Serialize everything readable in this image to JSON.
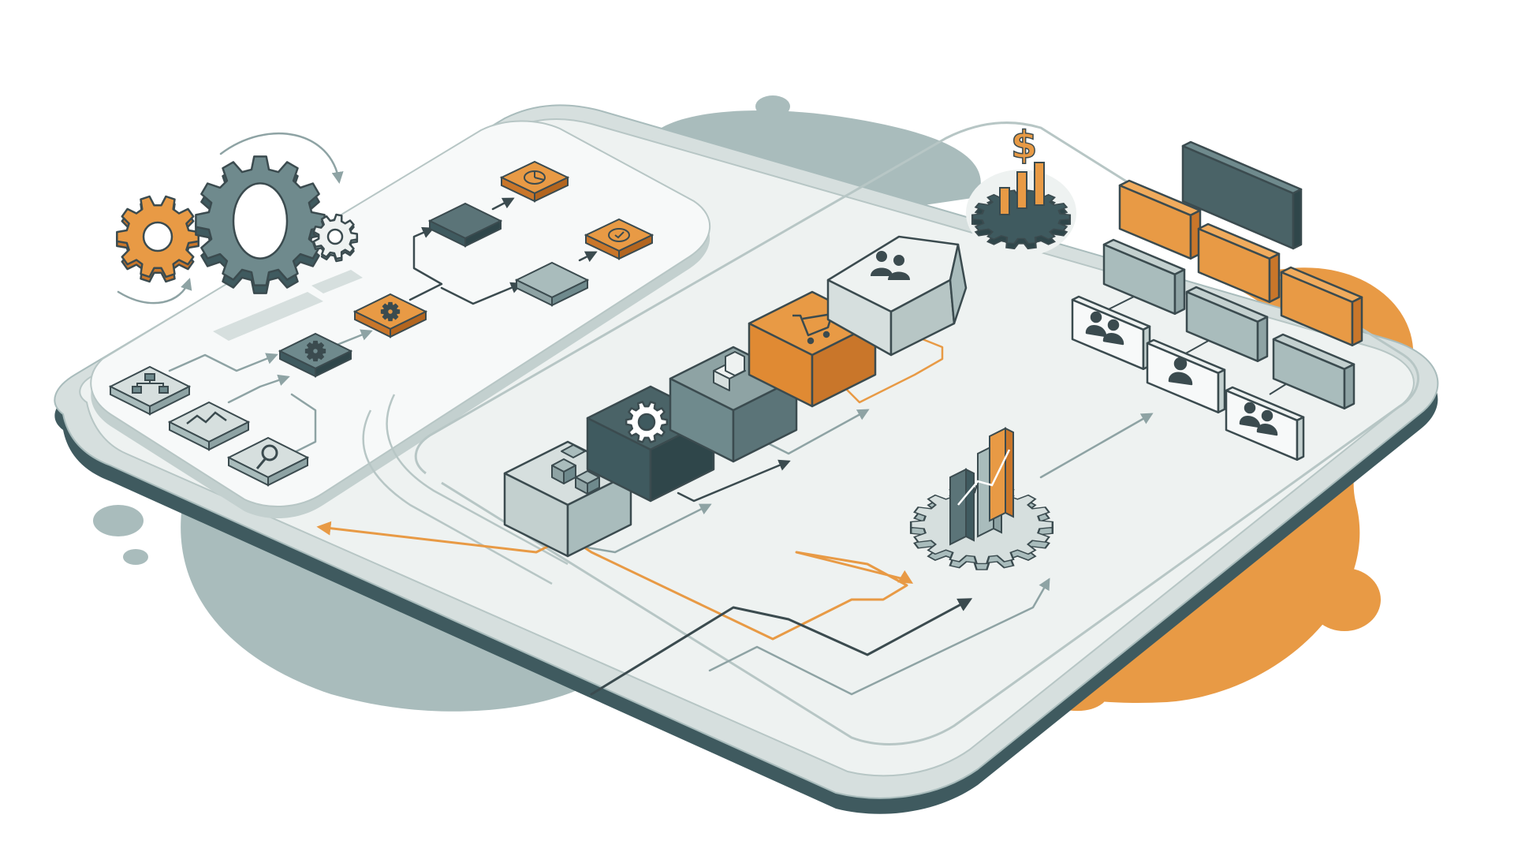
{
  "palette": {
    "slate_dark": "#3f5a5f",
    "slate": "#6f8a8d",
    "slate_light": "#a9bcbc",
    "mist": "#d6dfde",
    "panel": "#eef2f1",
    "white": "#ffffff",
    "orange": "#e89a45",
    "orange_dark": "#c9762a",
    "ink": "#3b4b4f"
  },
  "scene": {
    "left_panel": {
      "gears": [
        "gear-icon",
        "gear-icon",
        "gear-icon"
      ],
      "input_tiles": [
        "org-chart-icon",
        "line-chart-icon",
        "magnifier-icon"
      ],
      "flow_nodes": [
        "gear-icon",
        "gear-icon",
        "blank",
        "pie-chart-icon",
        "blank",
        "check-circle-icon"
      ]
    },
    "center_panel": {
      "blocks": [
        "cubes-icon",
        "gear-icon",
        "stair-block-icon",
        "cart-icon",
        "users-icon"
      ],
      "analytics_gear": "bar-chart-icon",
      "finance_gear": "dollar-icon"
    },
    "org_chart": {
      "rows": 3,
      "cards": [
        "users-icon",
        "user-icon",
        "users-icon"
      ]
    }
  }
}
